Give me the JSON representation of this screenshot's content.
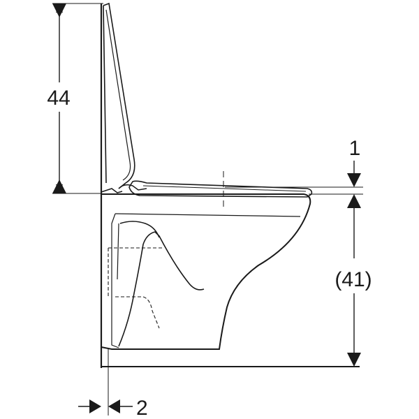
{
  "drawing": {
    "dimensions": {
      "lid_height": "44",
      "seat_gap": "1",
      "rim_height": "(41)",
      "wall_gap": "2"
    }
  }
}
